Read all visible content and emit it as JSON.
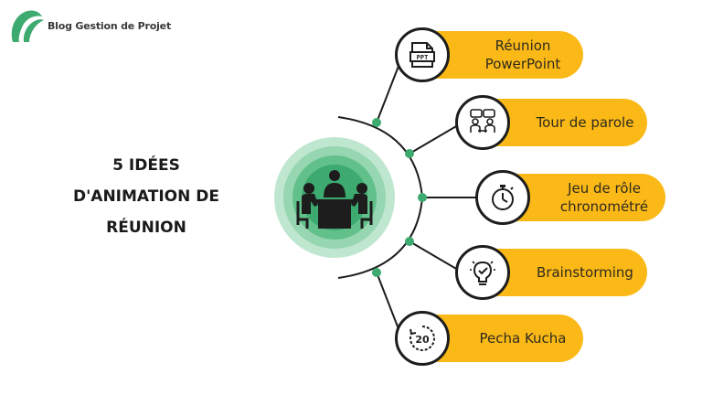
{
  "brand": {
    "name": "Blog Gestion de Projet"
  },
  "title": {
    "lines": [
      "5 IDÉES",
      "D'ANIMATION DE",
      "RÉUNION"
    ]
  },
  "items": [
    {
      "label": "Réunion PowerPoint",
      "icon": "ppt-icon"
    },
    {
      "label": "Tour de parole",
      "icon": "discussion-icon"
    },
    {
      "label": "Jeu de rôle chronométré",
      "icon": "stopwatch-icon"
    },
    {
      "label": "Brainstorming",
      "icon": "lightbulb-icon"
    },
    {
      "label": "Pecha Kucha",
      "icon": "timer-20-icon",
      "badge": "20"
    }
  ],
  "colors": {
    "accent": "#fbb917",
    "green": "#3daa70",
    "hub_light": "#bfe6cf"
  }
}
